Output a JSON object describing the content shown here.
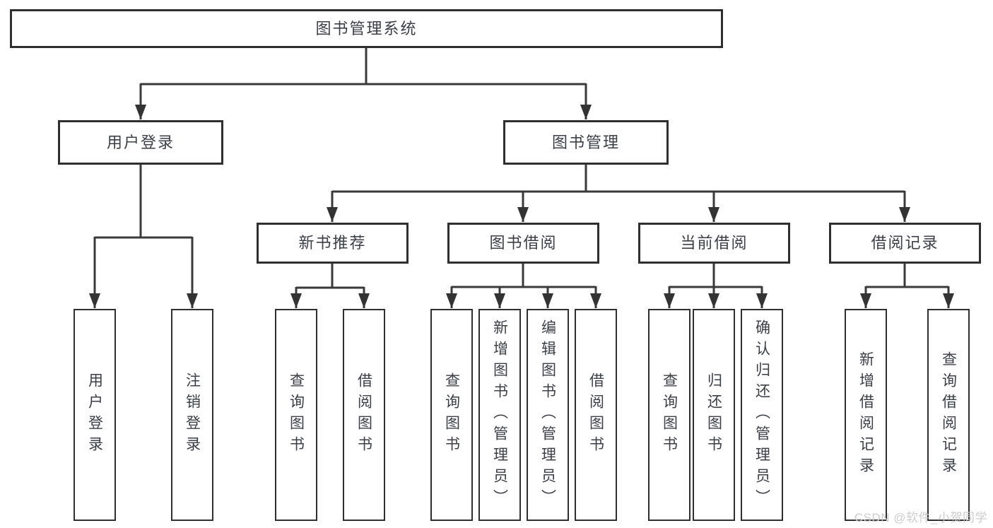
{
  "diagram": {
    "type": "tree",
    "line_color": "#3a3a3a",
    "root": {
      "label": "图书管理系统",
      "children": [
        {
          "label": "用户登录",
          "children": [
            {
              "label": "用户登录"
            },
            {
              "label": "注销登录"
            }
          ]
        },
        {
          "label": "图书管理",
          "children": [
            {
              "label": "新书推荐",
              "children": [
                {
                  "label": "查询图书"
                },
                {
                  "label": "借阅图书"
                }
              ]
            },
            {
              "label": "图书借阅",
              "children": [
                {
                  "label": "查询图书"
                },
                {
                  "label": "新增图书（管理员）"
                },
                {
                  "label": "编辑图书（管理员）"
                },
                {
                  "label": "借阅图书"
                }
              ]
            },
            {
              "label": "当前借阅",
              "children": [
                {
                  "label": "查询图书"
                },
                {
                  "label": "归还图书"
                },
                {
                  "label": "确认归还（管理员）"
                }
              ]
            },
            {
              "label": "借阅记录",
              "children": [
                {
                  "label": "新增借阅记录"
                },
                {
                  "label": "查询借阅记录"
                }
              ]
            }
          ]
        }
      ]
    },
    "watermark": {
      "text": "CSDN @软件_小贺同学",
      "color": "#c9c9c9"
    }
  }
}
